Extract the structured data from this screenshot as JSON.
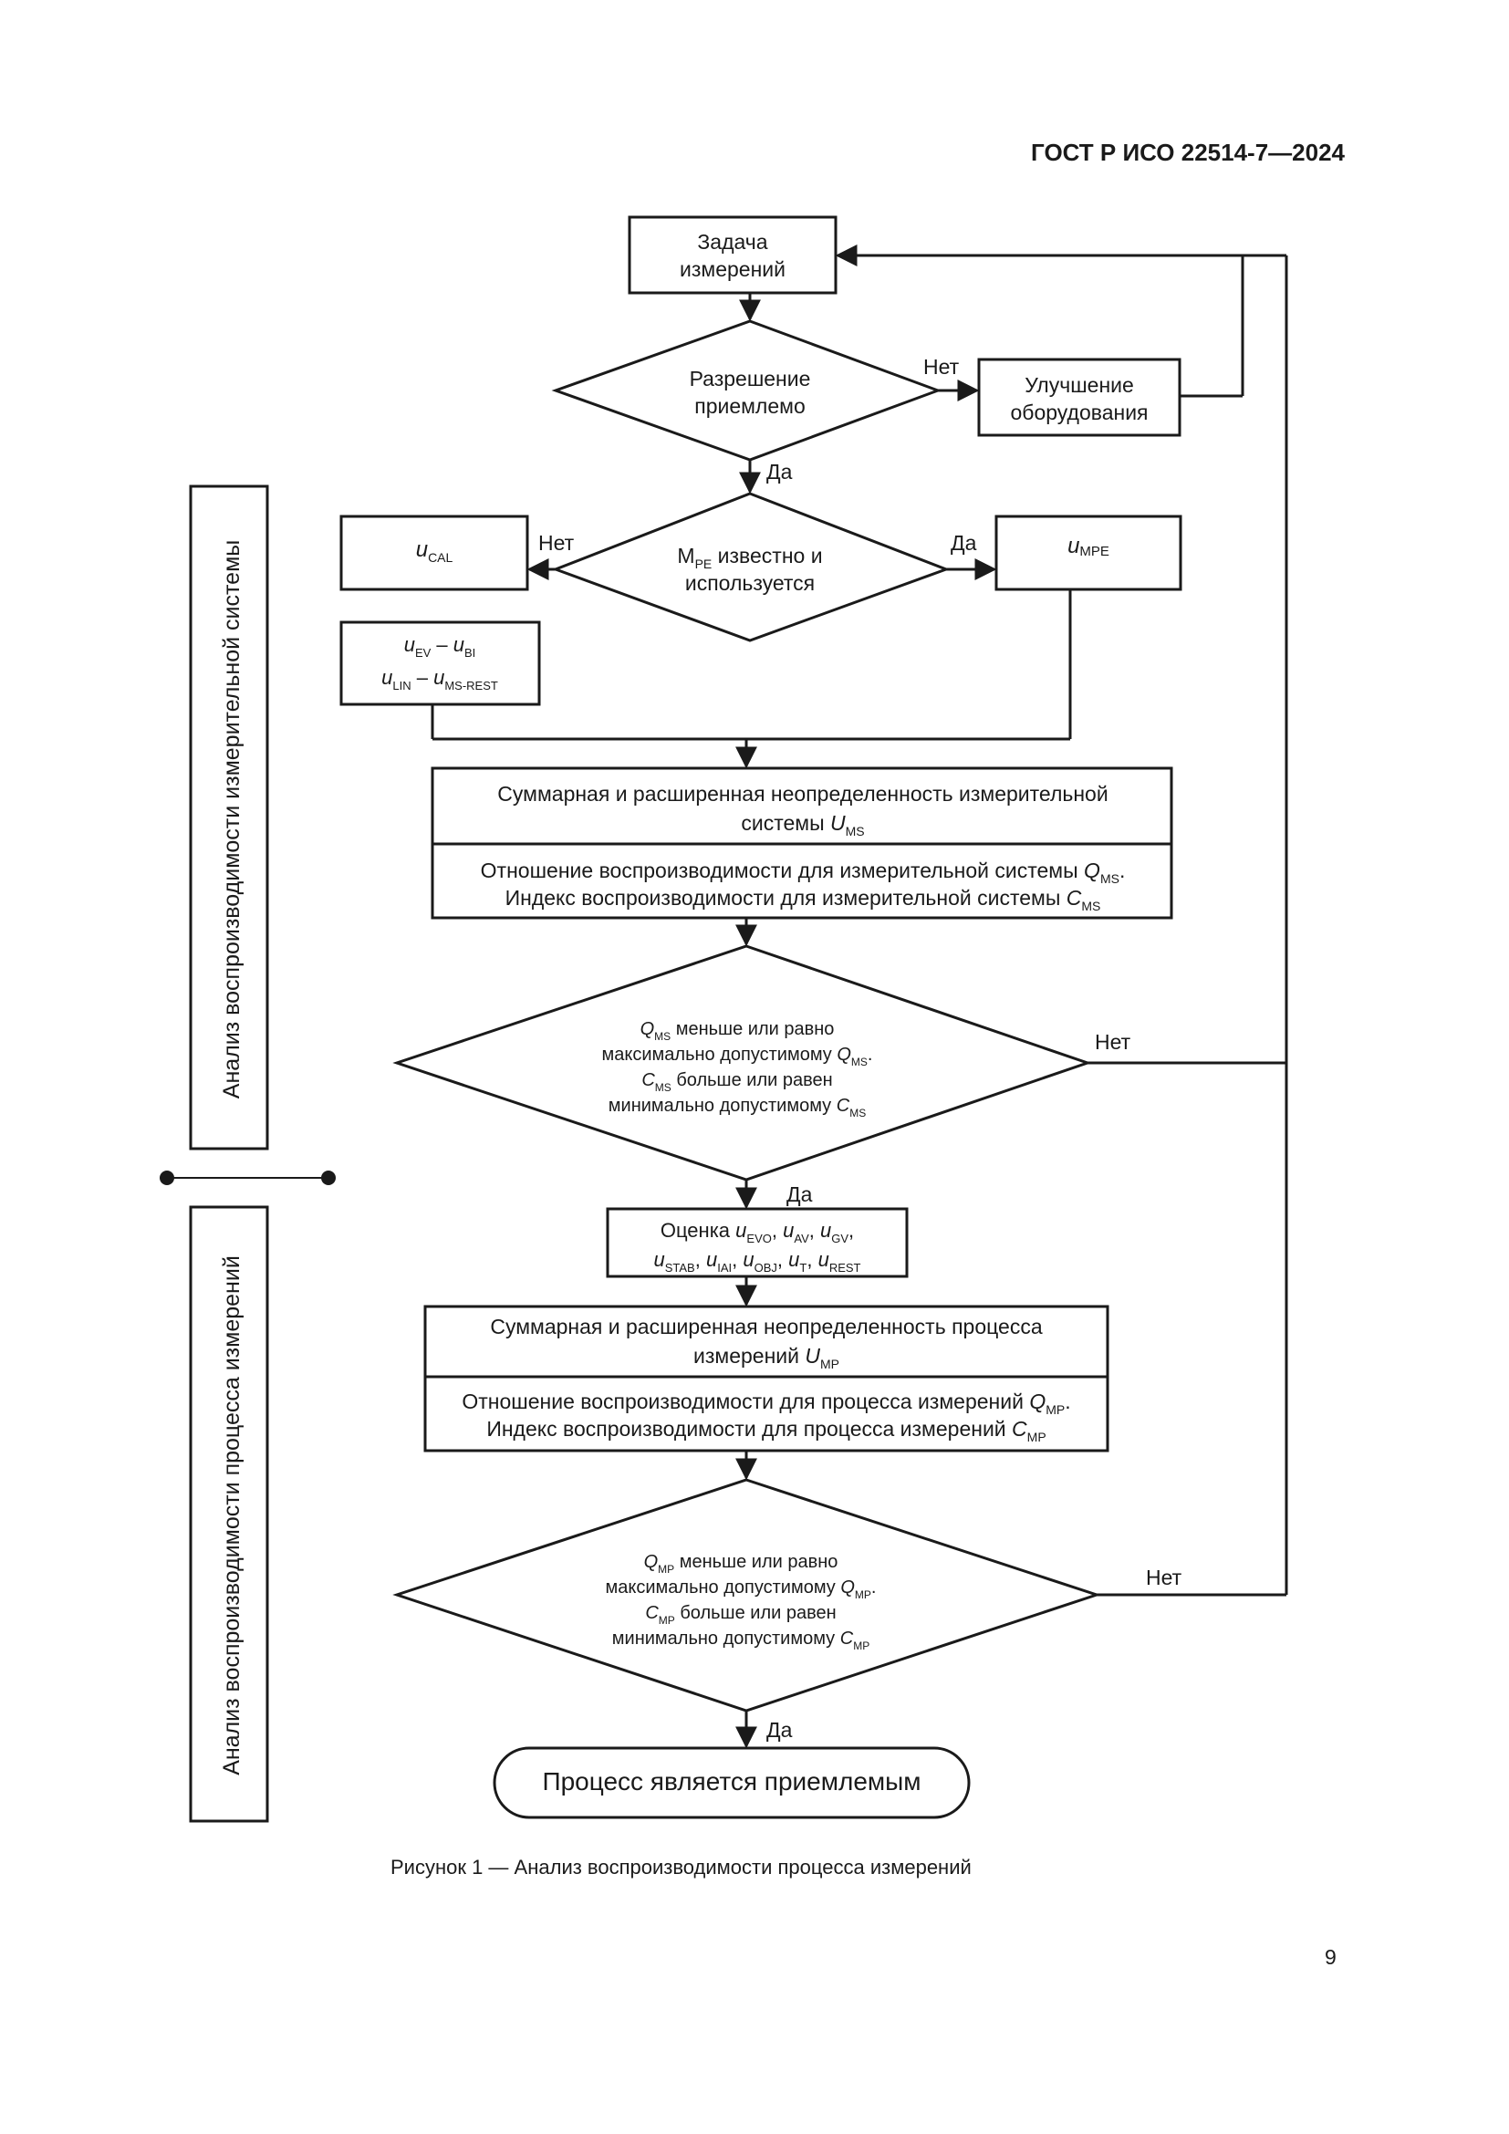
{
  "header": {
    "doc_id": "ГОСТ Р ИСО 22514-7—2024"
  },
  "flowchart": {
    "task": [
      "Задача",
      "измерений"
    ],
    "resolution_decision": [
      "Разрешение",
      "приемлемо"
    ],
    "improve_equipment": [
      "Улучшение",
      "оборудования"
    ],
    "mpe_decision": {
      "line1_pre": "M",
      "line1_sub": "PE",
      "line1_post": " известно и",
      "line2": "используется"
    },
    "u_cal": {
      "main": "u",
      "sub": "CAL"
    },
    "u_mpe": {
      "main": "u",
      "sub": "MPE"
    },
    "u_components": {
      "line1": [
        {
          "v": "u",
          "s": "EV"
        },
        {
          "v": " – ",
          "s": ""
        },
        {
          "v": "u",
          "s": "BI"
        }
      ],
      "line2": [
        {
          "v": "u",
          "s": "LIN"
        },
        {
          "v": " – ",
          "s": ""
        },
        {
          "v": "u",
          "s": "MS-REST"
        }
      ]
    },
    "ms_uncertainty": {
      "line1": "Суммарная и расширенная неопределенность измерительной",
      "line2_text": "системы ",
      "line2_var": "U",
      "line2_sub": "MS"
    },
    "ms_ratio": {
      "line1_text": "Отношение воспроизводимости для измерительной системы ",
      "line1_var": "Q",
      "line1_sub": "MS",
      "line1_end": ".",
      "line2_text": "Индекс воспроизводимости для измерительной системы ",
      "line2_var": "C",
      "line2_sub": "MS"
    },
    "ms_decision": [
      {
        "pre": "",
        "v": "Q",
        "s": "MS",
        "post": " меньше или равно"
      },
      {
        "pre": "максимально допустимому ",
        "v": "Q",
        "s": "MS",
        "post": "."
      },
      {
        "pre": "",
        "v": "C",
        "s": "MS",
        "post": " больше или равен"
      },
      {
        "pre": "минимально допустимому ",
        "v": "C",
        "s": "MS",
        "post": ""
      }
    ],
    "evaluation": {
      "line1": [
        {
          "v": "Оценка ",
          "s": "",
          "plain": true
        },
        {
          "v": "u",
          "s": "EVO"
        },
        {
          "v": ", ",
          "s": "",
          "plain": true
        },
        {
          "v": "u",
          "s": "AV"
        },
        {
          "v": ", ",
          "s": "",
          "plain": true
        },
        {
          "v": "u",
          "s": "GV"
        },
        {
          "v": ",",
          "s": "",
          "plain": true
        }
      ],
      "line2": [
        {
          "v": "u",
          "s": "STAB"
        },
        {
          "v": ", ",
          "s": "",
          "plain": true
        },
        {
          "v": "u",
          "s": "IAI"
        },
        {
          "v": ", ",
          "s": "",
          "plain": true
        },
        {
          "v": "u",
          "s": "OBJ"
        },
        {
          "v": ", ",
          "s": "",
          "plain": true
        },
        {
          "v": "u",
          "s": "T"
        },
        {
          "v": ", ",
          "s": "",
          "plain": true
        },
        {
          "v": "u",
          "s": "REST"
        }
      ]
    },
    "mp_uncertainty": {
      "line1": "Суммарная и расширенная неопределенность процесса",
      "line2_text": "измерений ",
      "line2_var": "U",
      "line2_sub": "MP"
    },
    "mp_ratio": {
      "line1_text": "Отношение воспроизводимости для процесса измерений ",
      "line1_var": "Q",
      "line1_sub": "MP",
      "line1_end": ".",
      "line2_text": "Индекс воспроизводимости для процесса измерений ",
      "line2_var": "C",
      "line2_sub": "MP"
    },
    "mp_decision": [
      {
        "pre": "",
        "v": "Q",
        "s": "MP",
        "post": " меньше или равно"
      },
      {
        "pre": "максимально допустимому ",
        "v": "Q",
        "s": "MP",
        "post": "."
      },
      {
        "pre": "",
        "v": "C",
        "s": "MP",
        "post": " больше или равен"
      },
      {
        "pre": "минимально допустимому ",
        "v": "C",
        "s": "MP",
        "post": ""
      }
    ],
    "final": "Процесс является приемлемым",
    "labels": {
      "yes": "Да",
      "no": "Нет"
    }
  },
  "side_labels": {
    "ms_analysis": "Анализ воспроизводимости измерительной системы",
    "mp_analysis": "Анализ воспроизводимости процесса измерений"
  },
  "caption": "Рисунок 1 — Анализ воспроизводимости процесса измерений",
  "page_number": "9"
}
